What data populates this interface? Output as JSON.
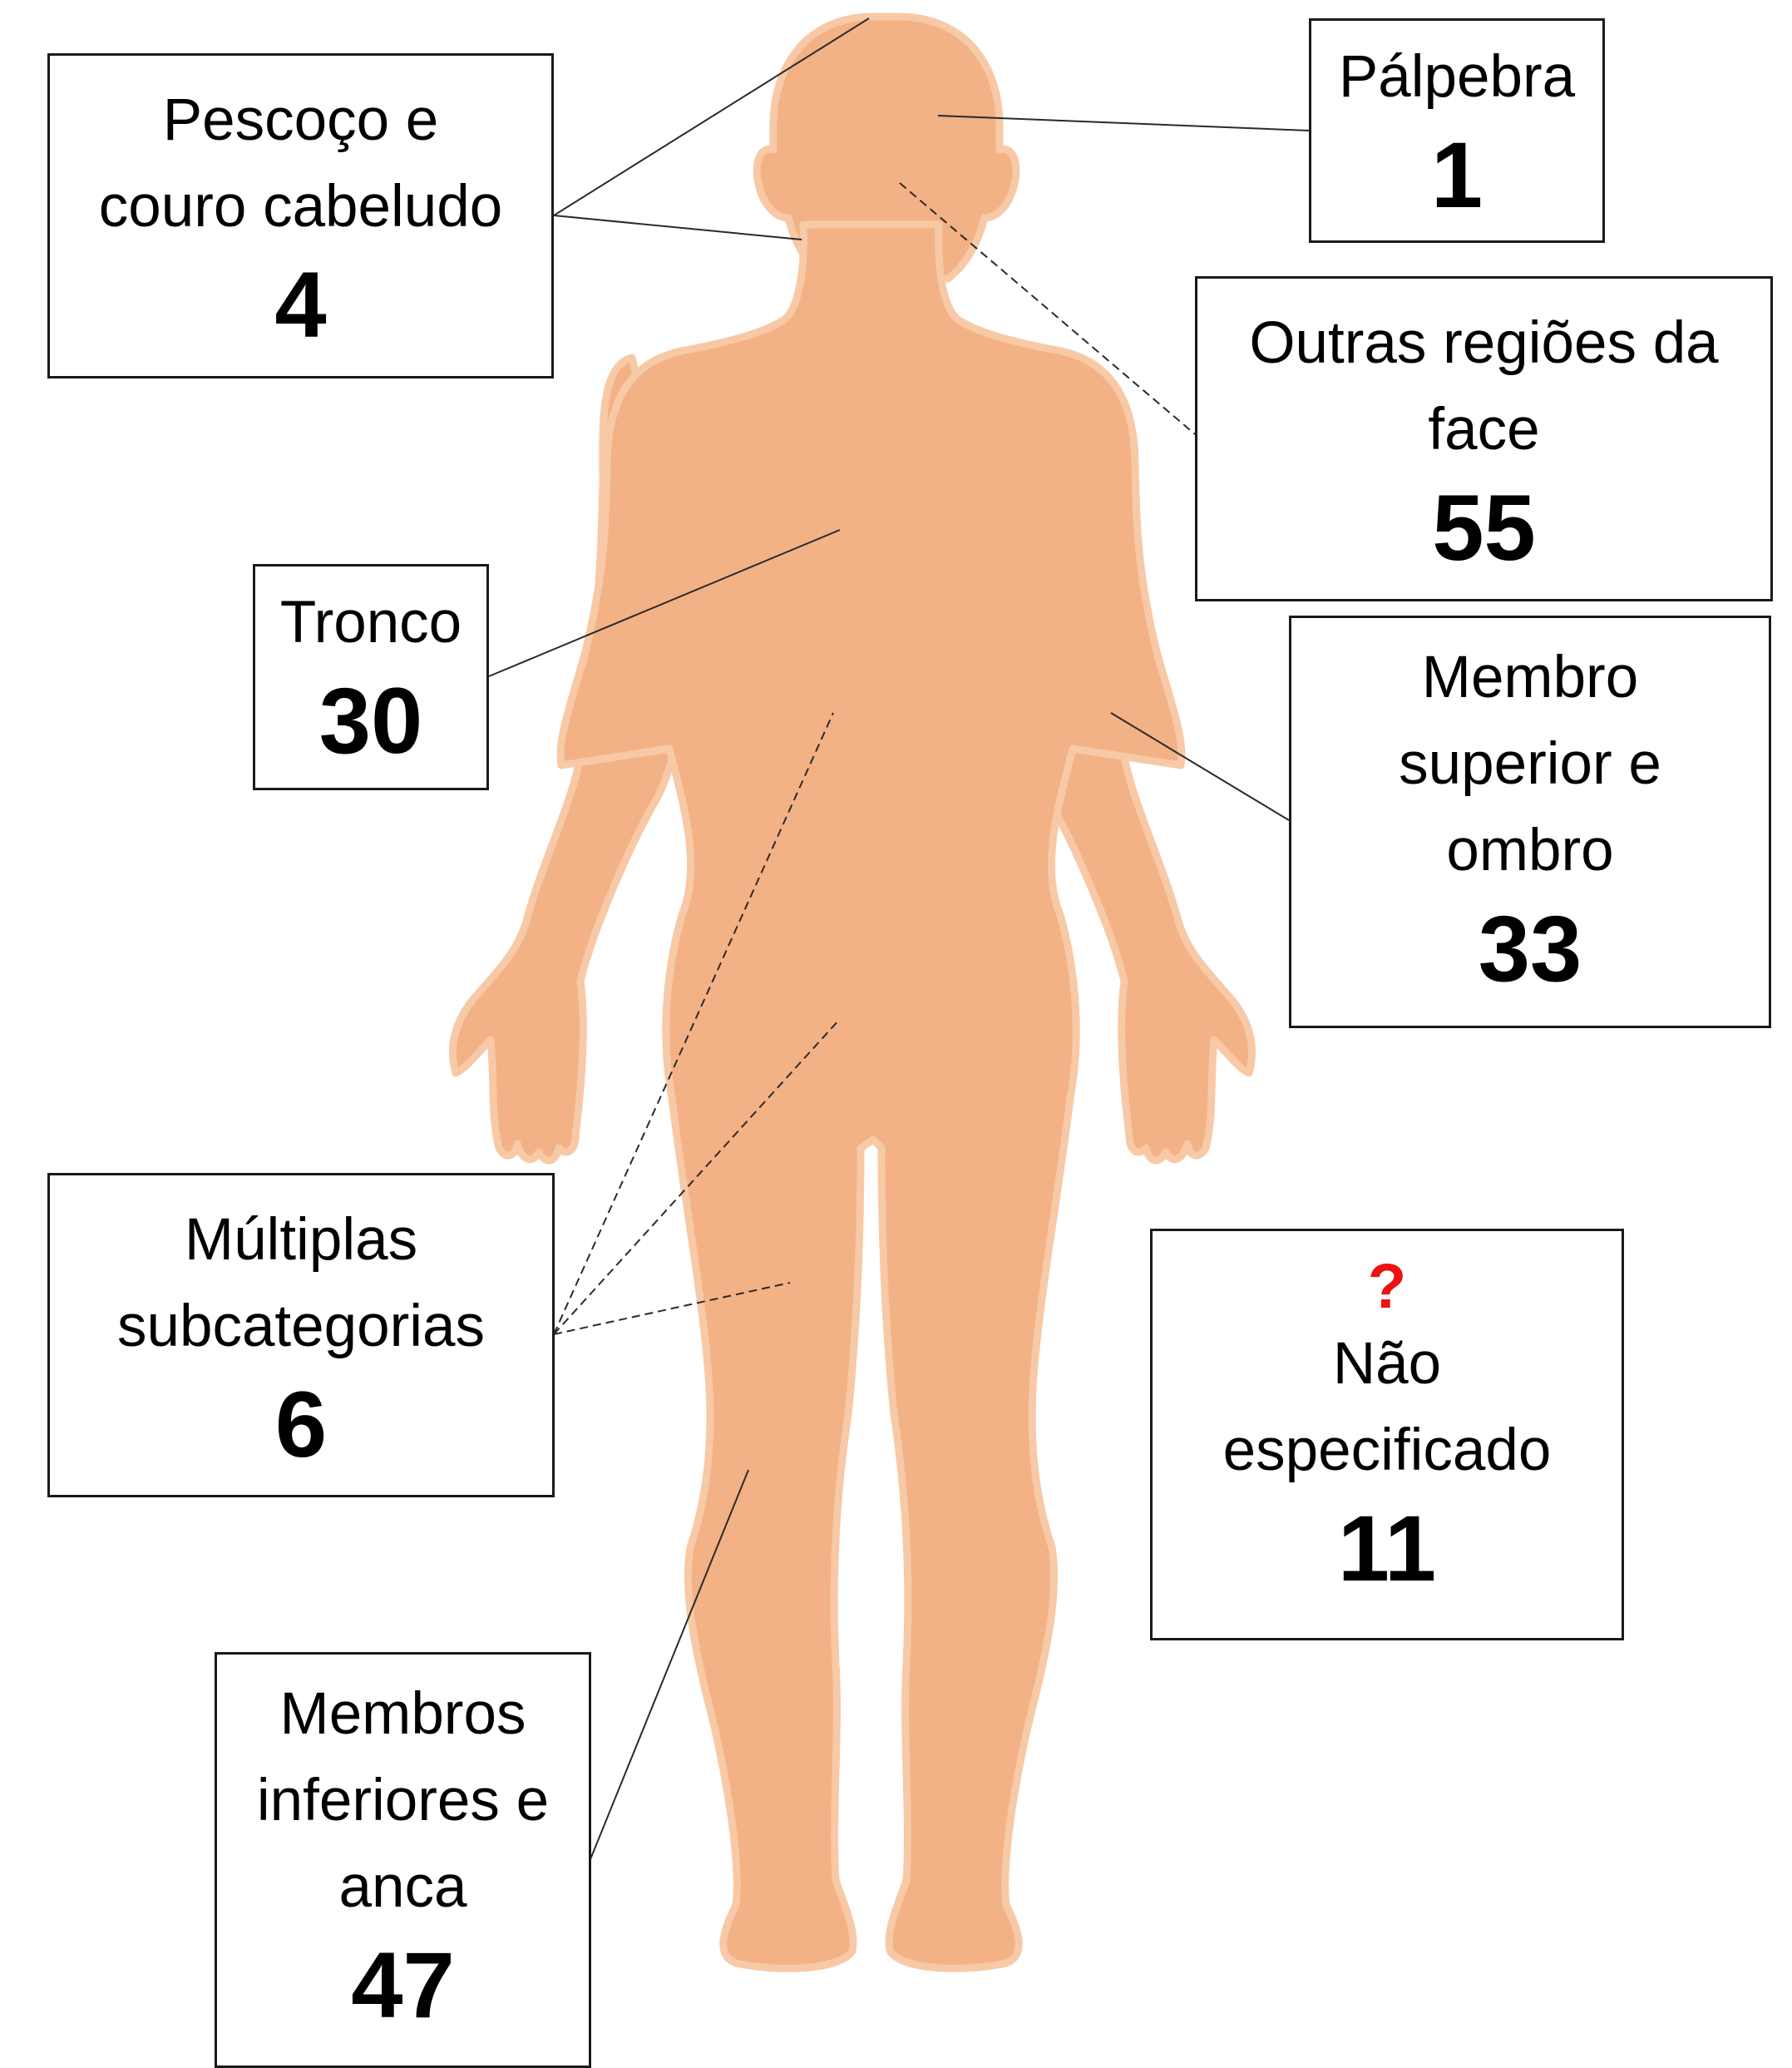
{
  "colors": {
    "body_fill": "#f3b186",
    "body_outline": "#f8c9a6",
    "box_border": "#1a1a1a",
    "unspecified_mark": "#ee1111"
  },
  "regions": [
    {
      "id": "palpebra",
      "label_lines": [
        "Pálpebra"
      ],
      "value": "1"
    },
    {
      "id": "pescoco",
      "label_lines": [
        "Pescoço e",
        "couro cabeludo"
      ],
      "value": "4"
    },
    {
      "id": "outras_face",
      "label_lines": [
        "Outras regiões da",
        "face"
      ],
      "value": "55"
    },
    {
      "id": "tronco",
      "label_lines": [
        "Tronco"
      ],
      "value": "30"
    },
    {
      "id": "membro_superior",
      "label_lines": [
        "Membro",
        "superior e",
        "ombro"
      ],
      "value": "33"
    },
    {
      "id": "multiplas",
      "label_lines": [
        "Múltiplas",
        "subcategorias"
      ],
      "value": "6"
    },
    {
      "id": "nao_especificado",
      "mark": "?",
      "label_lines": [
        "Não",
        "especificado"
      ],
      "value": "11"
    },
    {
      "id": "membros_inferiores",
      "label_lines": [
        "Membros",
        "inferiores e",
        "anca"
      ],
      "value": "47"
    }
  ]
}
